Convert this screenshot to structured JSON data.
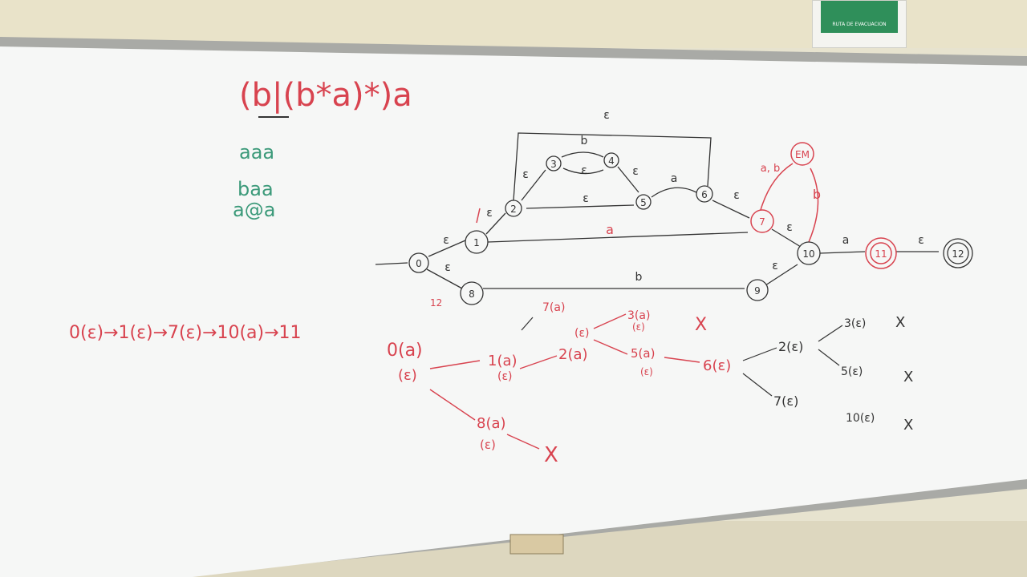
{
  "sign": {
    "text": "RUTA DE EVACUACION"
  },
  "colors": {
    "board": "#f6f7f6",
    "frame": "#a9aaa6",
    "red_marker": "#d8434f",
    "green_marker": "#3c9a7a",
    "black_marker": "#333333"
  },
  "regex": {
    "text": "(b|(b*a)*)a"
  },
  "test_strings": [
    "aaa",
    "baa",
    "a@a"
  ],
  "nfa": {
    "states": [
      "0",
      "1",
      "2",
      "3",
      "4",
      "5",
      "6",
      "7",
      "8",
      "9",
      "10",
      "11",
      "12",
      "EM"
    ],
    "edges": [
      {
        "from": "0",
        "to": "1",
        "label": "ε"
      },
      {
        "from": "0",
        "to": "8",
        "label": "ε"
      },
      {
        "from": "1",
        "to": "2",
        "label": "ε"
      },
      {
        "from": "2",
        "to": "3",
        "label": "ε"
      },
      {
        "from": "3",
        "to": "4",
        "label": "b"
      },
      {
        "from": "4",
        "to": "3",
        "label": "ε"
      },
      {
        "from": "4",
        "to": "5",
        "label": "ε"
      },
      {
        "from": "2",
        "to": "5",
        "label": "ε"
      },
      {
        "from": "5",
        "to": "6",
        "label": "a"
      },
      {
        "from": "6",
        "to": "2",
        "label": "ε"
      },
      {
        "from": "6",
        "to": "7",
        "label": "ε"
      },
      {
        "from": "1",
        "to": "7",
        "label": "a"
      },
      {
        "from": "8",
        "to": "9",
        "label": "b"
      },
      {
        "from": "7",
        "to": "10",
        "label": "ε"
      },
      {
        "from": "9",
        "to": "10",
        "label": "ε"
      },
      {
        "from": "10",
        "to": "11",
        "label": "a"
      },
      {
        "from": "11",
        "to": "12",
        "label": "ε"
      },
      {
        "from": "7",
        "to": "EM",
        "label": "a, b"
      },
      {
        "from": "10",
        "to": "EM",
        "label": "b"
      }
    ]
  },
  "trace_left": {
    "text": "0(ε)→1(ε)→7(ε)→10(a)→11",
    "tail": "12"
  },
  "tree": {
    "root": "0(a)",
    "root_eps": "(ε)",
    "nodes": [
      "7(a)",
      "1(a)",
      "(ε)",
      "2(a)",
      "(ε)",
      "3(a)",
      "(ε)",
      "5(a)",
      "(ε)",
      "6(ε)",
      "8(a)",
      "(ε)",
      "2(ε)",
      "3(ε)",
      "5(ε)",
      "7(ε)",
      "10(ε)"
    ],
    "reject": "X"
  }
}
